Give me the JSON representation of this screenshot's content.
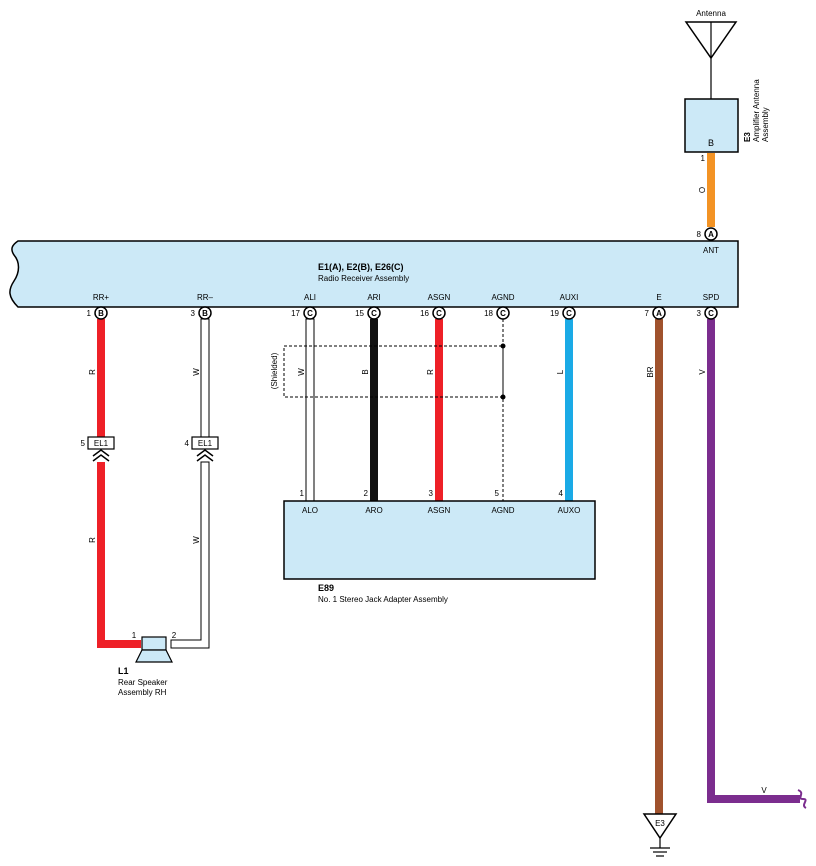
{
  "antenna": {
    "label": "Antenna"
  },
  "amplifier": {
    "id": "E3",
    "name_line1": "Amplifier Antenna",
    "name_line2": "Assembly",
    "connector": "B",
    "pin": "1",
    "wire_color": "O"
  },
  "receiver": {
    "ids": "E1(A), E2(B), E26(C)",
    "name": "Radio Receiver Assembly",
    "ant_pin": "8",
    "ant_conn": "A",
    "ant_label": "ANT",
    "pins": [
      {
        "label": "RR+",
        "pin": "1",
        "conn": "B"
      },
      {
        "label": "RR–",
        "pin": "3",
        "conn": "B"
      },
      {
        "label": "ALI",
        "pin": "17",
        "conn": "C"
      },
      {
        "label": "ARI",
        "pin": "15",
        "conn": "C"
      },
      {
        "label": "ASGN",
        "pin": "16",
        "conn": "C"
      },
      {
        "label": "AGND",
        "pin": "18",
        "conn": "C"
      },
      {
        "label": "AUXI",
        "pin": "19",
        "conn": "C"
      },
      {
        "label": "E",
        "pin": "7",
        "conn": "A"
      },
      {
        "label": "SPD",
        "pin": "3",
        "conn": "C"
      }
    ]
  },
  "wires": {
    "rr_plus": "R",
    "rr_minus": "W",
    "ali": "W",
    "ari": "B",
    "asgn": "R",
    "auxi": "L",
    "e": "BR",
    "spd": "V",
    "spd_out": "V",
    "rr_plus_lower": "R",
    "rr_minus_lower": "W"
  },
  "shielded": {
    "label": "(Shielded)"
  },
  "junctions": [
    {
      "pin": "5",
      "label": "EL1"
    },
    {
      "pin": "4",
      "label": "EL1"
    }
  ],
  "adapter": {
    "id": "E89",
    "name": "No. 1 Stereo Jack Adapter Assembly",
    "pins": [
      {
        "label": "ALO",
        "pin": "1"
      },
      {
        "label": "ARO",
        "pin": "2"
      },
      {
        "label": "ASGN",
        "pin": "3"
      },
      {
        "label": "AGND",
        "pin": "5"
      },
      {
        "label": "AUXO",
        "pin": "4"
      }
    ]
  },
  "speaker": {
    "id": "L1",
    "name_line1": "Rear Speaker",
    "name_line2": "Assembly RH",
    "pin1": "1",
    "pin2": "2"
  },
  "ground": {
    "label": "E3"
  },
  "colors": {
    "component_fill": "#cce9f7",
    "red": "#ee2027",
    "black": "#111111",
    "blue": "#1aaae6",
    "brown": "#a0522d",
    "purple": "#7b2d8e",
    "orange": "#f39324",
    "white_wire": "#ffffff"
  }
}
